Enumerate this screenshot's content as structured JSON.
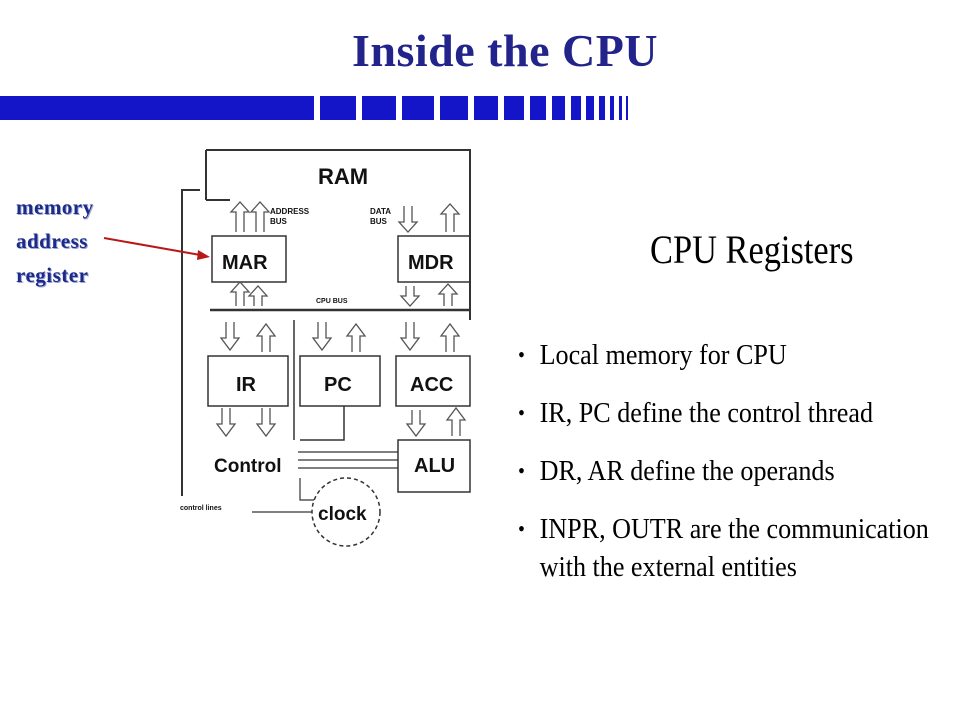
{
  "slide": {
    "title": "Inside the CPU",
    "subtitle": "CPU Registers",
    "bullets": [
      "Local memory for CPU",
      "IR, PC define the control thread",
      "DR, AR define the operands",
      "INPR, OUTR are the communication with the external entities"
    ]
  },
  "diagram": {
    "side_label": [
      "memory",
      "address",
      "register"
    ],
    "blocks": {
      "ram": "RAM",
      "mar": "MAR",
      "mdr": "MDR",
      "ir": "IR",
      "pc": "PC",
      "acc": "ACC",
      "alu": "ALU",
      "control": "Control",
      "clock": "clock"
    },
    "bus_labels": {
      "address_bus_1": "ADDRESS",
      "address_bus_2": "BUS",
      "data_bus_1": "DATA",
      "data_bus_2": "BUS",
      "cpu_bus": "CPU BUS",
      "control_lines": "control lines"
    }
  },
  "colors": {
    "title": "#23238c",
    "banner": "#1414c8",
    "pointer_arrow": "#b81818"
  }
}
